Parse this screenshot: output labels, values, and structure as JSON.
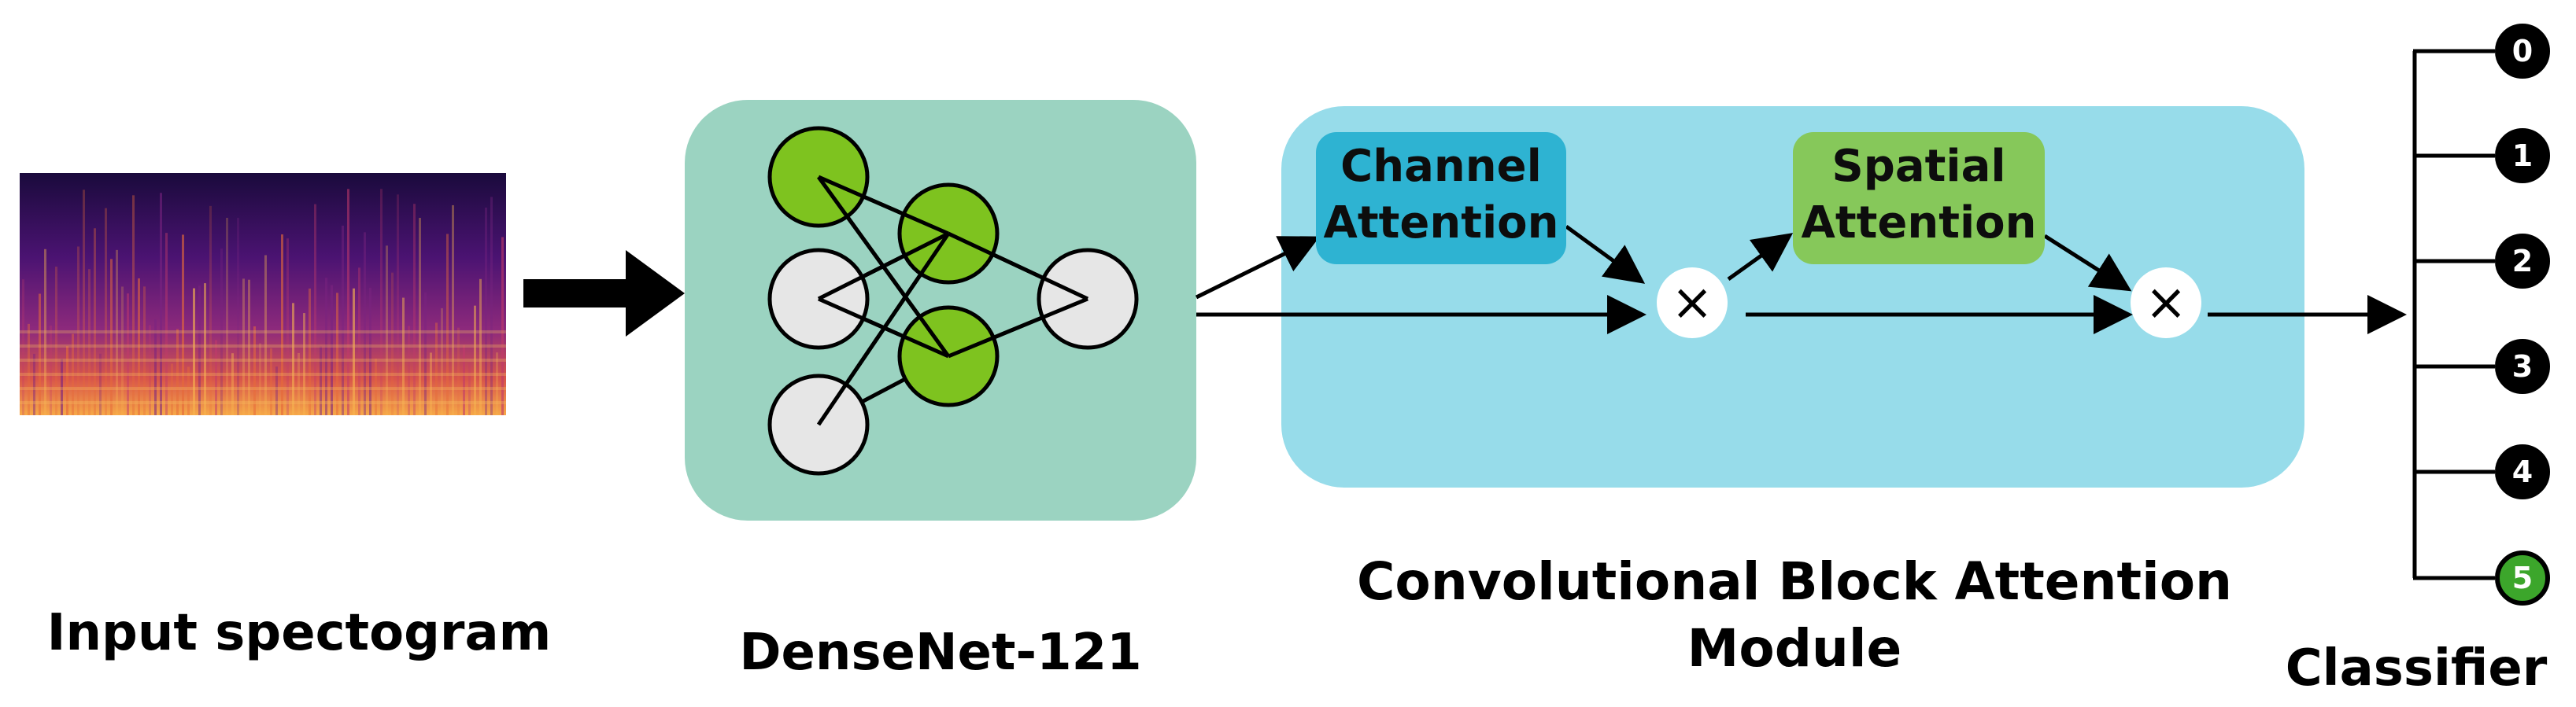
{
  "labels": {
    "input": "Input spectogram",
    "densenet": "DenseNet-121",
    "cbam_line1": "Convolutional Block Attention",
    "cbam_line2": "Module",
    "classifier": "Classifier"
  },
  "cbam": {
    "channel_line1": "Channel",
    "channel_line2": "Attention",
    "spatial_line1": "Spatial",
    "spatial_line2": "Attention",
    "multiply_symbol": "×"
  },
  "classes": [
    "0",
    "1",
    "2",
    "3",
    "4",
    "5"
  ],
  "highlighted_class": "5",
  "colors": {
    "densenet_bg": "#9bd3c1",
    "cbam_bg": "#97dcea",
    "channel_box": "#2eb3d2",
    "spatial_box": "#86c85a",
    "node_green": "#7ec31f",
    "node_gray": "#e6e6e6",
    "class_dark": "#000000",
    "class_highlight": "#3ca62b"
  }
}
